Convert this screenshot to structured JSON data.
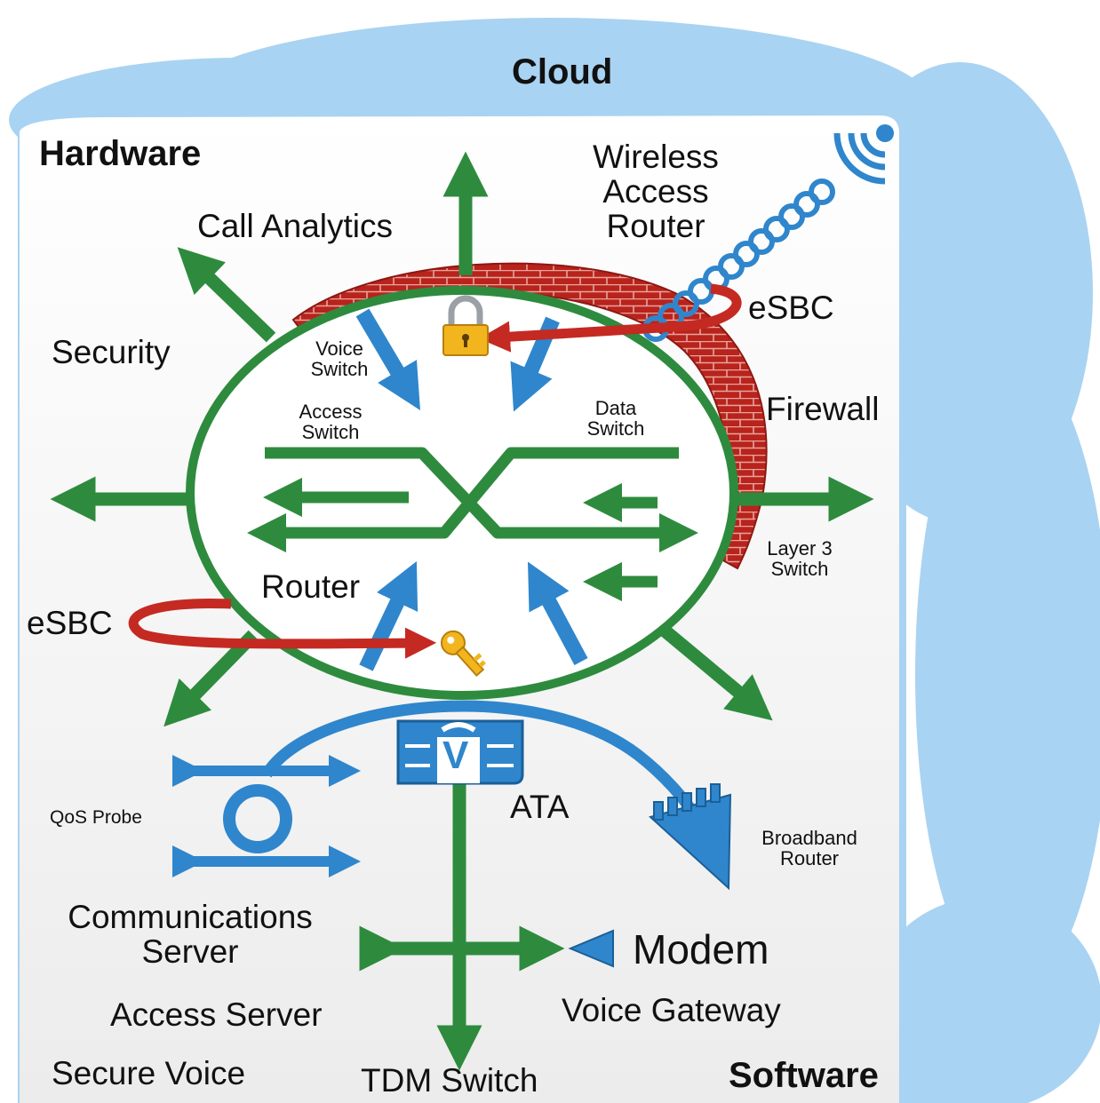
{
  "header": {
    "title": "Cloud"
  },
  "corners": {
    "hardware": "Hardware",
    "software": "Software"
  },
  "labels": {
    "wireless_access_router": [
      "Wireless",
      "Access",
      "Router"
    ],
    "call_analytics": "Call Analytics",
    "security": "Security",
    "esbc_top": "eSBC",
    "firewall": "Firewall",
    "voice_switch": [
      "Voice",
      "Switch"
    ],
    "access_switch": [
      "Access",
      "Switch"
    ],
    "data_switch": [
      "Data",
      "Switch"
    ],
    "layer3_switch": [
      "Layer 3",
      "Switch"
    ],
    "router": "Router",
    "esbc_left": "eSBC",
    "qos_probe": "QoS Probe",
    "ata": "ATA",
    "ata_badge_letter": "V",
    "broadband_router": [
      "Broadband",
      "Router"
    ],
    "communications_server": [
      "Communications",
      "Server"
    ],
    "modem": "Modem",
    "access_server": "Access Server",
    "voice_gateway": "Voice Gateway",
    "secure_voice": "Secure Voice",
    "tdm_switch": "TDM Switch"
  },
  "icons": [
    "cloud-shape",
    "lock-icon",
    "key-icon",
    "firewall-brick-icon",
    "antenna-coil-icon",
    "ata-phone-icon",
    "broadband-router-icon",
    "modem-icon",
    "qos-loop-icon"
  ],
  "colors": {
    "cloud": "#a9d3f2",
    "green": "#2e8b3e",
    "blue": "#2f86cc",
    "red": "#c42a22",
    "gold": "#f2b51e",
    "panel": "#f3f3f3"
  }
}
